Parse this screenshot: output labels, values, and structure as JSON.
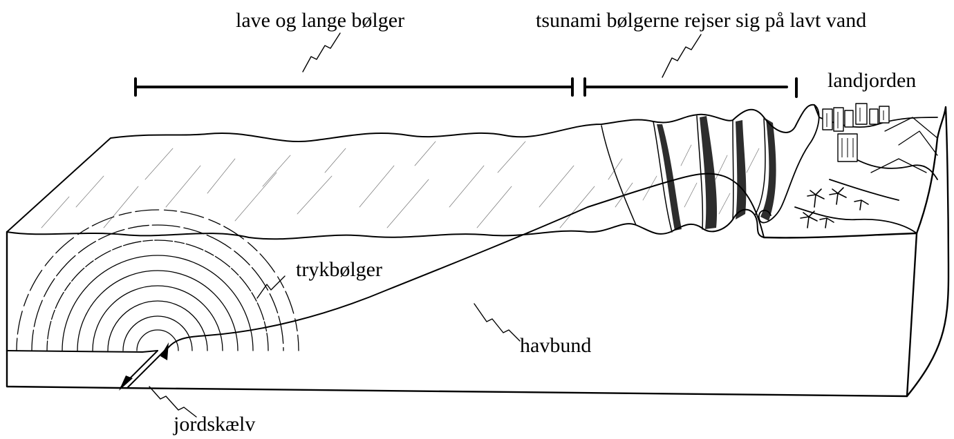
{
  "labels": {
    "low_long_waves": "lave og lange bølger",
    "tsunami_rise": "tsunami bølgerne rejser sig på lavt vand",
    "land": "landjorden",
    "pressure_waves": "trykbølger",
    "seabed": "havbund",
    "earthquake": "jordskælv"
  },
  "colors": {
    "ink": "#000000",
    "paper": "#ffffff"
  }
}
